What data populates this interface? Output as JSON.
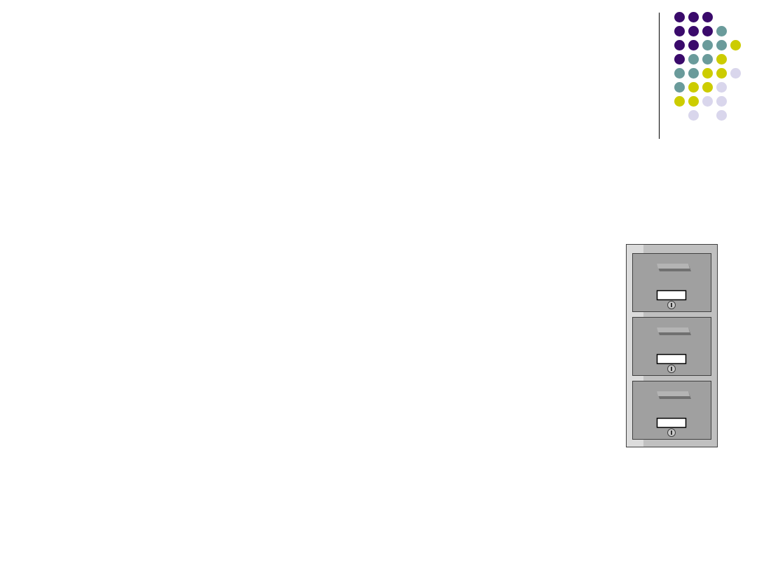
{
  "decoration": {
    "dot_colors": {
      "purple": "#3a0a6b",
      "teal": "#6a9b9b",
      "yellow": "#cccc00",
      "lavender": "#d9d6ec"
    },
    "dot_rows": [
      [
        "purple",
        "purple",
        "purple",
        null,
        null
      ],
      [
        "purple",
        "purple",
        "purple",
        "teal",
        null
      ],
      [
        "purple",
        "purple",
        "teal",
        "teal",
        "yellow"
      ],
      [
        "purple",
        "teal",
        "teal",
        "yellow",
        null
      ],
      [
        "teal",
        "teal",
        "yellow",
        "yellow",
        "lavender"
      ],
      [
        "teal",
        "yellow",
        "yellow",
        "lavender",
        null
      ],
      [
        "yellow",
        "yellow",
        "lavender",
        "lavender",
        null
      ],
      [
        null,
        "lavender",
        null,
        "lavender",
        null
      ]
    ]
  },
  "illustration": {
    "icon": "file-cabinet-icon",
    "drawer_count": 3,
    "colors": {
      "body": "#c0c0c0",
      "drawer": "#a0a0a0",
      "highlight": "#dcdcdc",
      "outline": "#404040",
      "label": "#ffffff"
    }
  }
}
